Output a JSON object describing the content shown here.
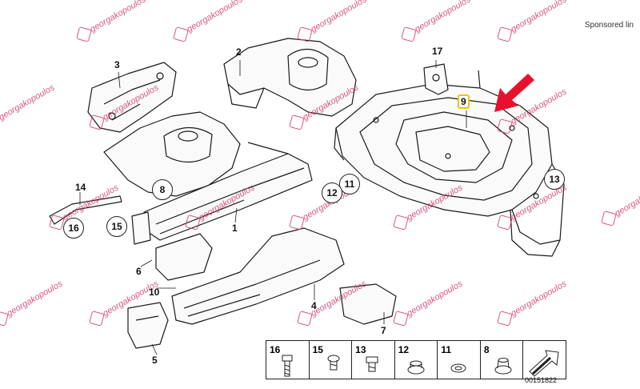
{
  "sponsored_label": "Sponsored lin",
  "watermark_text": "georgakopoulos",
  "document_number": "00151822",
  "callouts": {
    "c1": "1",
    "c2": "2",
    "c3": "3",
    "c4": "4",
    "c5": "5",
    "c6": "6",
    "c7": "7",
    "c8": "8",
    "c9": "9",
    "c10": "10",
    "c11": "11",
    "c12": "12",
    "c13": "13",
    "c14": "14",
    "c15": "15",
    "c16": "16",
    "c17": "17"
  },
  "legend": [
    "16",
    "15",
    "13",
    "12",
    "11",
    "8"
  ],
  "colors": {
    "highlight": "#f2c200",
    "arrow": "#e8112d",
    "watermark": "#d23a66"
  }
}
